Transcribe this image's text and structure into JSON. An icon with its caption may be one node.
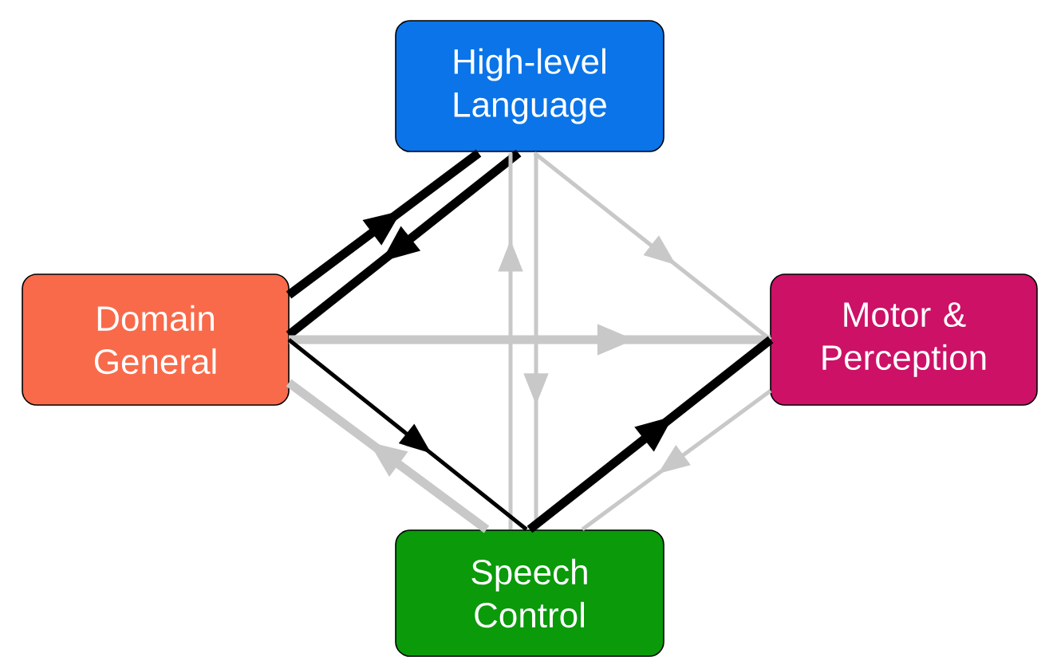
{
  "diagram": {
    "nodes": [
      {
        "text": [
          "High-level Language"
        ]
      },
      {
        "text": [
          "Domain General"
        ]
      },
      {
        "text": [
          "Motor & Perception"
        ]
      },
      {
        "text": [
          "Speech Control"
        ]
      }
    ],
    "edges": [
      {
        "from": 1,
        "to": 0,
        "arrow": "to",
        "style": "thick",
        "color": "#000000"
      },
      {
        "from": 0,
        "to": 1,
        "arrow": "to",
        "style": "thick",
        "color": "#000000"
      },
      {
        "from": 1,
        "to": 2,
        "arrow": "to",
        "style": "thick"
      },
      {
        "from": 0,
        "to": 2,
        "arrow": "to"
      },
      {
        "from": 3,
        "to": 0,
        "arrow": "to"
      },
      {
        "from": 0,
        "to": 3,
        "arrow": "to"
      },
      {
        "from": 1,
        "to": 3,
        "arrow": "to",
        "color": "#000000"
      },
      {
        "from": 3,
        "to": 1,
        "arrow": "to",
        "style": "thick"
      },
      {
        "from": 3,
        "to": 2,
        "arrow": "to",
        "style": "thick",
        "color": "#000000"
      },
      {
        "from": 2,
        "to": 3,
        "arrow": "to"
      }
    ]
  }
}
